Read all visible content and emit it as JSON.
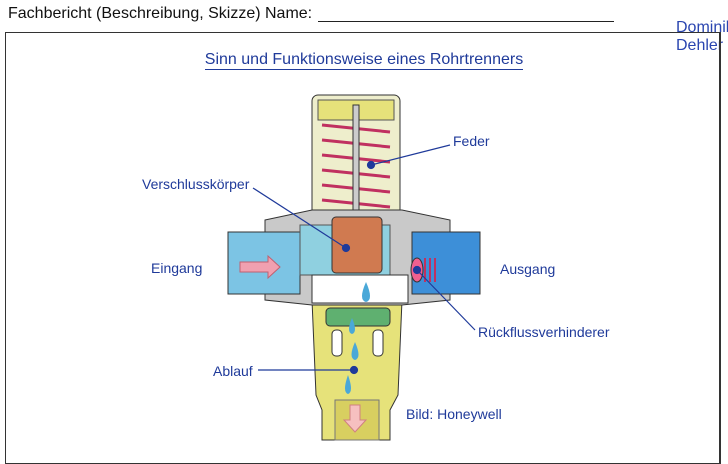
{
  "header": {
    "label": "Fachbericht (Beschreibung, Skizze)  Name:",
    "name_value": "Dominik Dehler"
  },
  "diagram": {
    "title": "Sinn und Funktionsweise eines Rohrtrenners",
    "labels": {
      "feder": "Feder",
      "verschlusskoerper": "Verschlusskörper",
      "eingang": "Eingang",
      "ausgang": "Ausgang",
      "rueckfluss": "Rückflussverhinderer",
      "ablauf": "Ablauf",
      "credit": "Bild: Honeywell"
    },
    "colors": {
      "label": "#1f3a9a",
      "water": "#4aa8d8",
      "body": "#c9c9c9",
      "brass": "#e6e27a",
      "piston": "#d07a50",
      "spring": "#c03060"
    }
  }
}
